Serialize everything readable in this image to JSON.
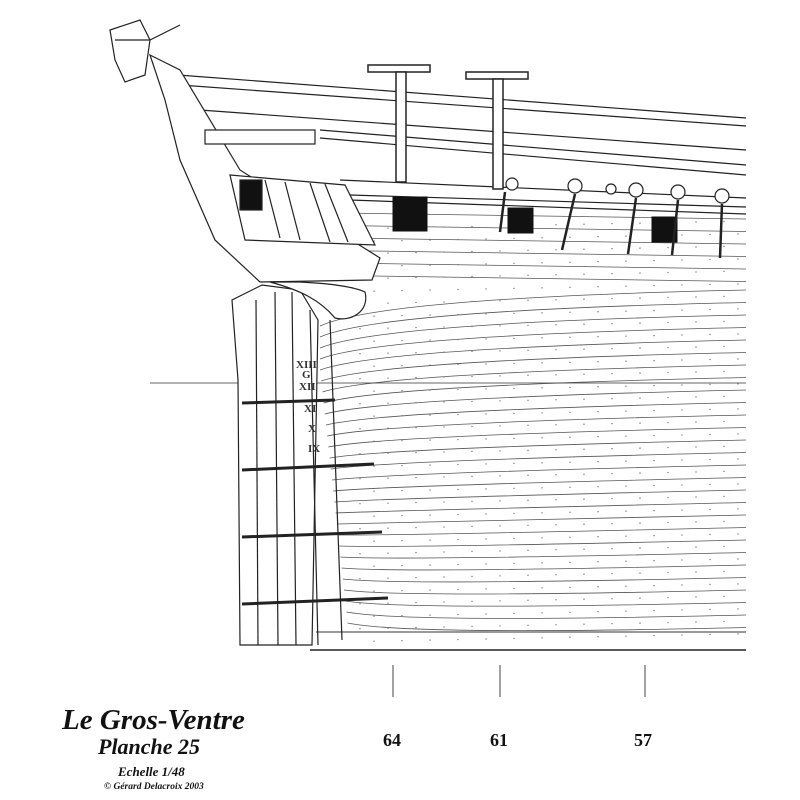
{
  "title": "Le Gros-Ventre",
  "plate": "Planche 25",
  "scale": "Echelle 1/48",
  "copyright": "© Gérard Delacroix 2003",
  "frame_labels": [
    "64",
    "61",
    "57"
  ],
  "draught_marks": [
    "XIII",
    "G",
    "XII",
    "XI",
    "X",
    "IX"
  ]
}
